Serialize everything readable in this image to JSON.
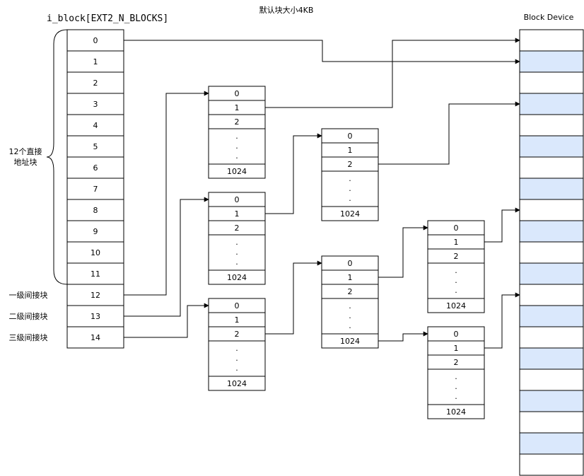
{
  "title": "默认块大小4KB",
  "iblock": {
    "header": "i_block[EXT2_N_BLOCKS]",
    "slots": [
      "0",
      "1",
      "2",
      "3",
      "4",
      "5",
      "6",
      "7",
      "8",
      "9",
      "10",
      "11",
      "12",
      "13",
      "14"
    ]
  },
  "labels": {
    "direct_line1": "12个直接",
    "direct_line2": "地址块",
    "single": "一级间接块",
    "double": "二级间接块",
    "triple": "三级间接块"
  },
  "index_block": {
    "entries": [
      "0",
      "1",
      "2"
    ],
    "dots": ".",
    "last": "1024"
  },
  "device": {
    "label": "Block Device",
    "highlight_color": "#dae8fc"
  }
}
